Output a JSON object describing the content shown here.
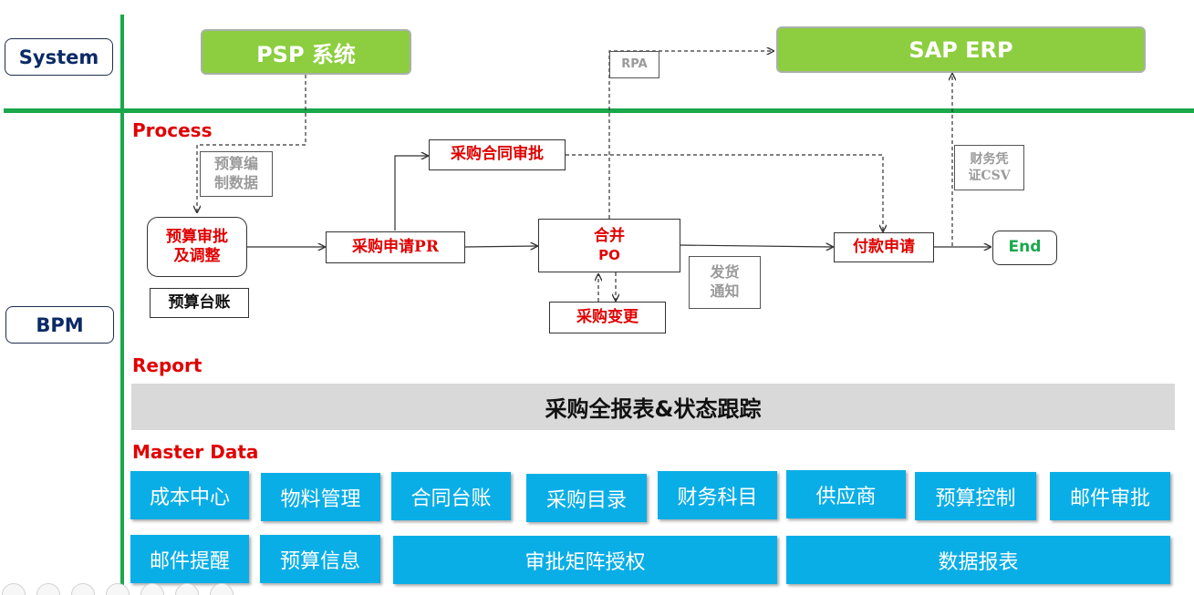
{
  "lanes": {
    "system": "System",
    "bpm": "BPM"
  },
  "systems": {
    "psp": "PSP 系统",
    "sap": "SAP ERP",
    "rpa": "RPA"
  },
  "sections": {
    "process": "Process",
    "report": "Report",
    "master_data": "Master Data"
  },
  "process": {
    "budget_approval": [
      "预算审批",
      "及调整"
    ],
    "budget_ledger": "预算台账",
    "purchase_request": "采购申请PR",
    "contract_approval": "采购合同审批",
    "merge_po": [
      "合并",
      "PO"
    ],
    "purchase_change_a": "采购",
    "purchase_change_b": "变更",
    "payment_request": "付款申请",
    "end": "End"
  },
  "notes": {
    "budget_data": [
      "预算编",
      "制数据"
    ],
    "shipping_notice": [
      "发货",
      "通知"
    ],
    "finance_voucher": [
      "财务凭",
      "证CSV"
    ]
  },
  "report": {
    "label": "采购全报表&状态跟踪"
  },
  "master_data": {
    "row1": [
      "成本中心",
      "物料管理",
      "合同台账",
      "采购目录",
      "财务科目",
      "供应商",
      "预算控制",
      "邮件审批"
    ],
    "row2": [
      "邮件提醒",
      "预算信息",
      "审批矩阵授权",
      "数据报表"
    ]
  },
  "colors": {
    "green_line": "#1aa84b",
    "system_box": "#8cce3f",
    "process_text": "#e00000",
    "end_text": "#1aa84b",
    "master_data_tile": "#0aaee7",
    "report_bar": "#d9d9d9"
  }
}
